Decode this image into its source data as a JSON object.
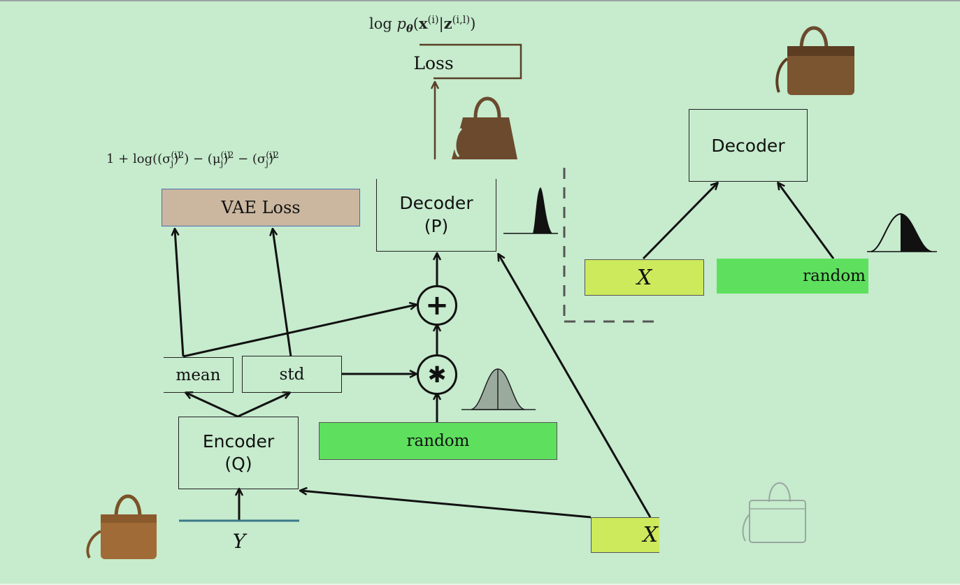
{
  "colors": {
    "background": "#c6ebcd",
    "vae_loss_fill": "#cbb79f",
    "random_fill": "#5ee05e",
    "x_fill": "#cdea5c",
    "bag_brown": "#6b4a2e"
  },
  "formulas": {
    "reconstruction": {
      "prefix": "log ",
      "p": "p",
      "theta": "θ",
      "open": "(",
      "x": "x",
      "x_sup": "(i)",
      "bar": "|",
      "z": "z",
      "z_sup": "(i,l)",
      "close": ")"
    },
    "kl": {
      "t1": "1 + log((σ",
      "s1_sup": "(i)",
      "s1_sub": "j",
      "t2": ")",
      "p1": "2",
      "t3": ") − (μ",
      "s2_sup": "(i)",
      "s2_sub": "j",
      "t4": ")",
      "p2": "2",
      "t5": " − (σ",
      "s3_sup": "(i)",
      "s3_sub": "j",
      "t6": ")",
      "p3": "2"
    }
  },
  "training": {
    "loss_label": "Loss",
    "vae_loss_label": "VAE Loss",
    "decoder": {
      "label": "Decoder",
      "sub": "(P)"
    },
    "encoder": {
      "label": "Encoder",
      "sub": "(Q)"
    },
    "mean_label": "mean",
    "std_label": "std",
    "random_label": "random",
    "plus_symbol": "+",
    "mult_symbol": "✱",
    "y_label": "Y",
    "x_label": "X"
  },
  "inference": {
    "decoder_label": "Decoder",
    "x_label": "X",
    "random_label": "random"
  },
  "icons": [
    "handbag-photo-top-right",
    "handbag-silhouette-top-center",
    "handbag-photo-bottom-left",
    "handbag-sketch-bottom-right",
    "gaussian-peaked-icon",
    "gaussian-standard-icon",
    "gaussian-half-icon"
  ]
}
